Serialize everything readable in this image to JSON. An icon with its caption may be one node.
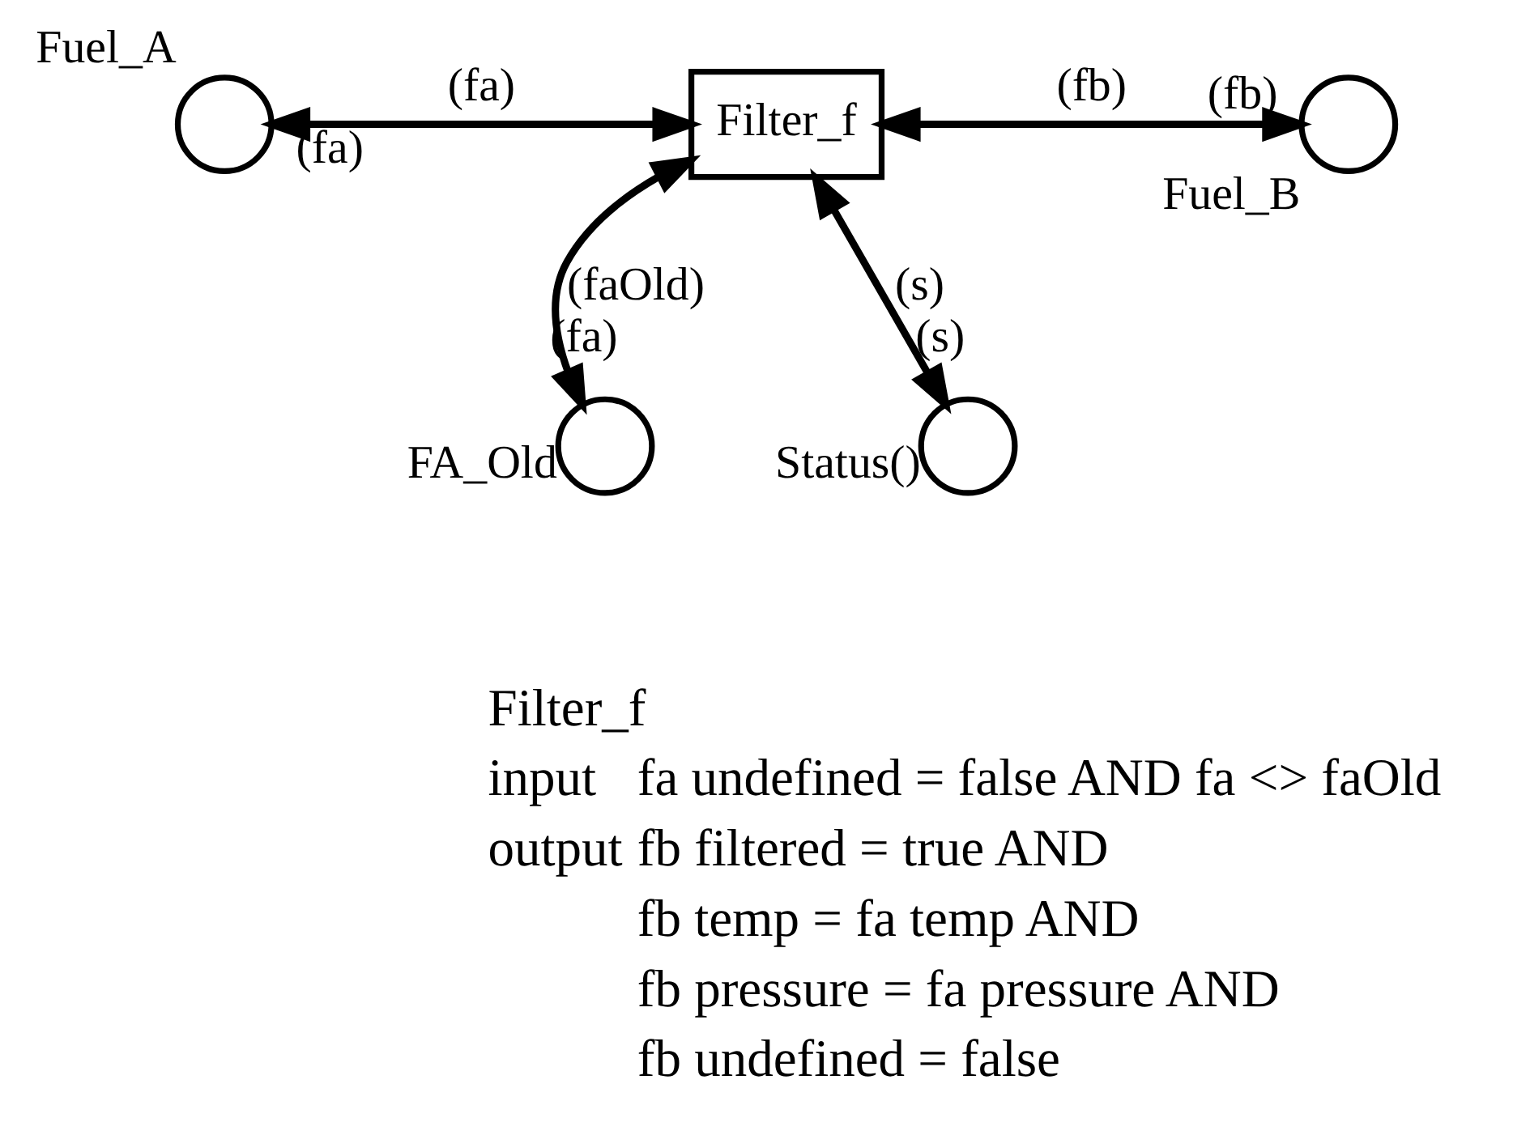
{
  "diagram": {
    "nodes": [
      {
        "text": [],
        "shape": "circle",
        "beside": [
          "Fuel_A"
        ]
      },
      {
        "text": [
          "Filter_f"
        ]
      },
      {
        "text": [],
        "shape": "circle",
        "beside": [
          "Fuel_B"
        ]
      },
      {
        "text": [],
        "shape": "circle",
        "beside": [
          "FA_Old"
        ]
      },
      {
        "text": [],
        "shape": "circle",
        "beside": [
          "Status()"
        ]
      }
    ],
    "edges": [
      {
        "from": 0,
        "to": 1,
        "arrow": "both",
        "label": "(fa)"
      },
      {
        "from": 1,
        "to": 2,
        "arrow": "both",
        "label": "(fb)"
      },
      {
        "from": 1,
        "to": 3,
        "arrow": "both",
        "label": "(faOld)"
      },
      {
        "from": 1,
        "to": 4,
        "arrow": "both",
        "label": "(s)"
      }
    ],
    "labels": [
      "(fa)",
      "(fb)",
      "(fa)",
      "(s)",
      "Filter_f",
      "input",
      "fa undefined = false AND fa <> faOld",
      "output",
      "fb filtered = true AND",
      "fb temp = fa temp AND",
      "fb pressure = fa pressure AND",
      "fb undefined = false"
    ]
  }
}
